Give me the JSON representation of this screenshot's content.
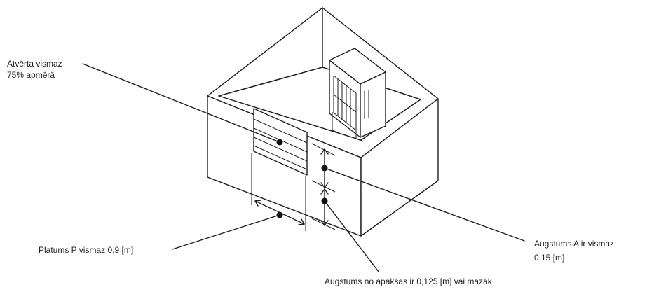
{
  "labels": {
    "opening": [
      "Atvērta vismaz",
      "75% apmērā"
    ],
    "width": "Platums P vismaz 0,9 [m]",
    "heightA": [
      "Augstums A ir vismaz",
      "0,15 [m]"
    ],
    "bottom": "Augstums no apakšas ir 0,125 [m] vai mazāk"
  },
  "colors": {
    "line": "#1e1e1e",
    "background": "#ffffff"
  }
}
